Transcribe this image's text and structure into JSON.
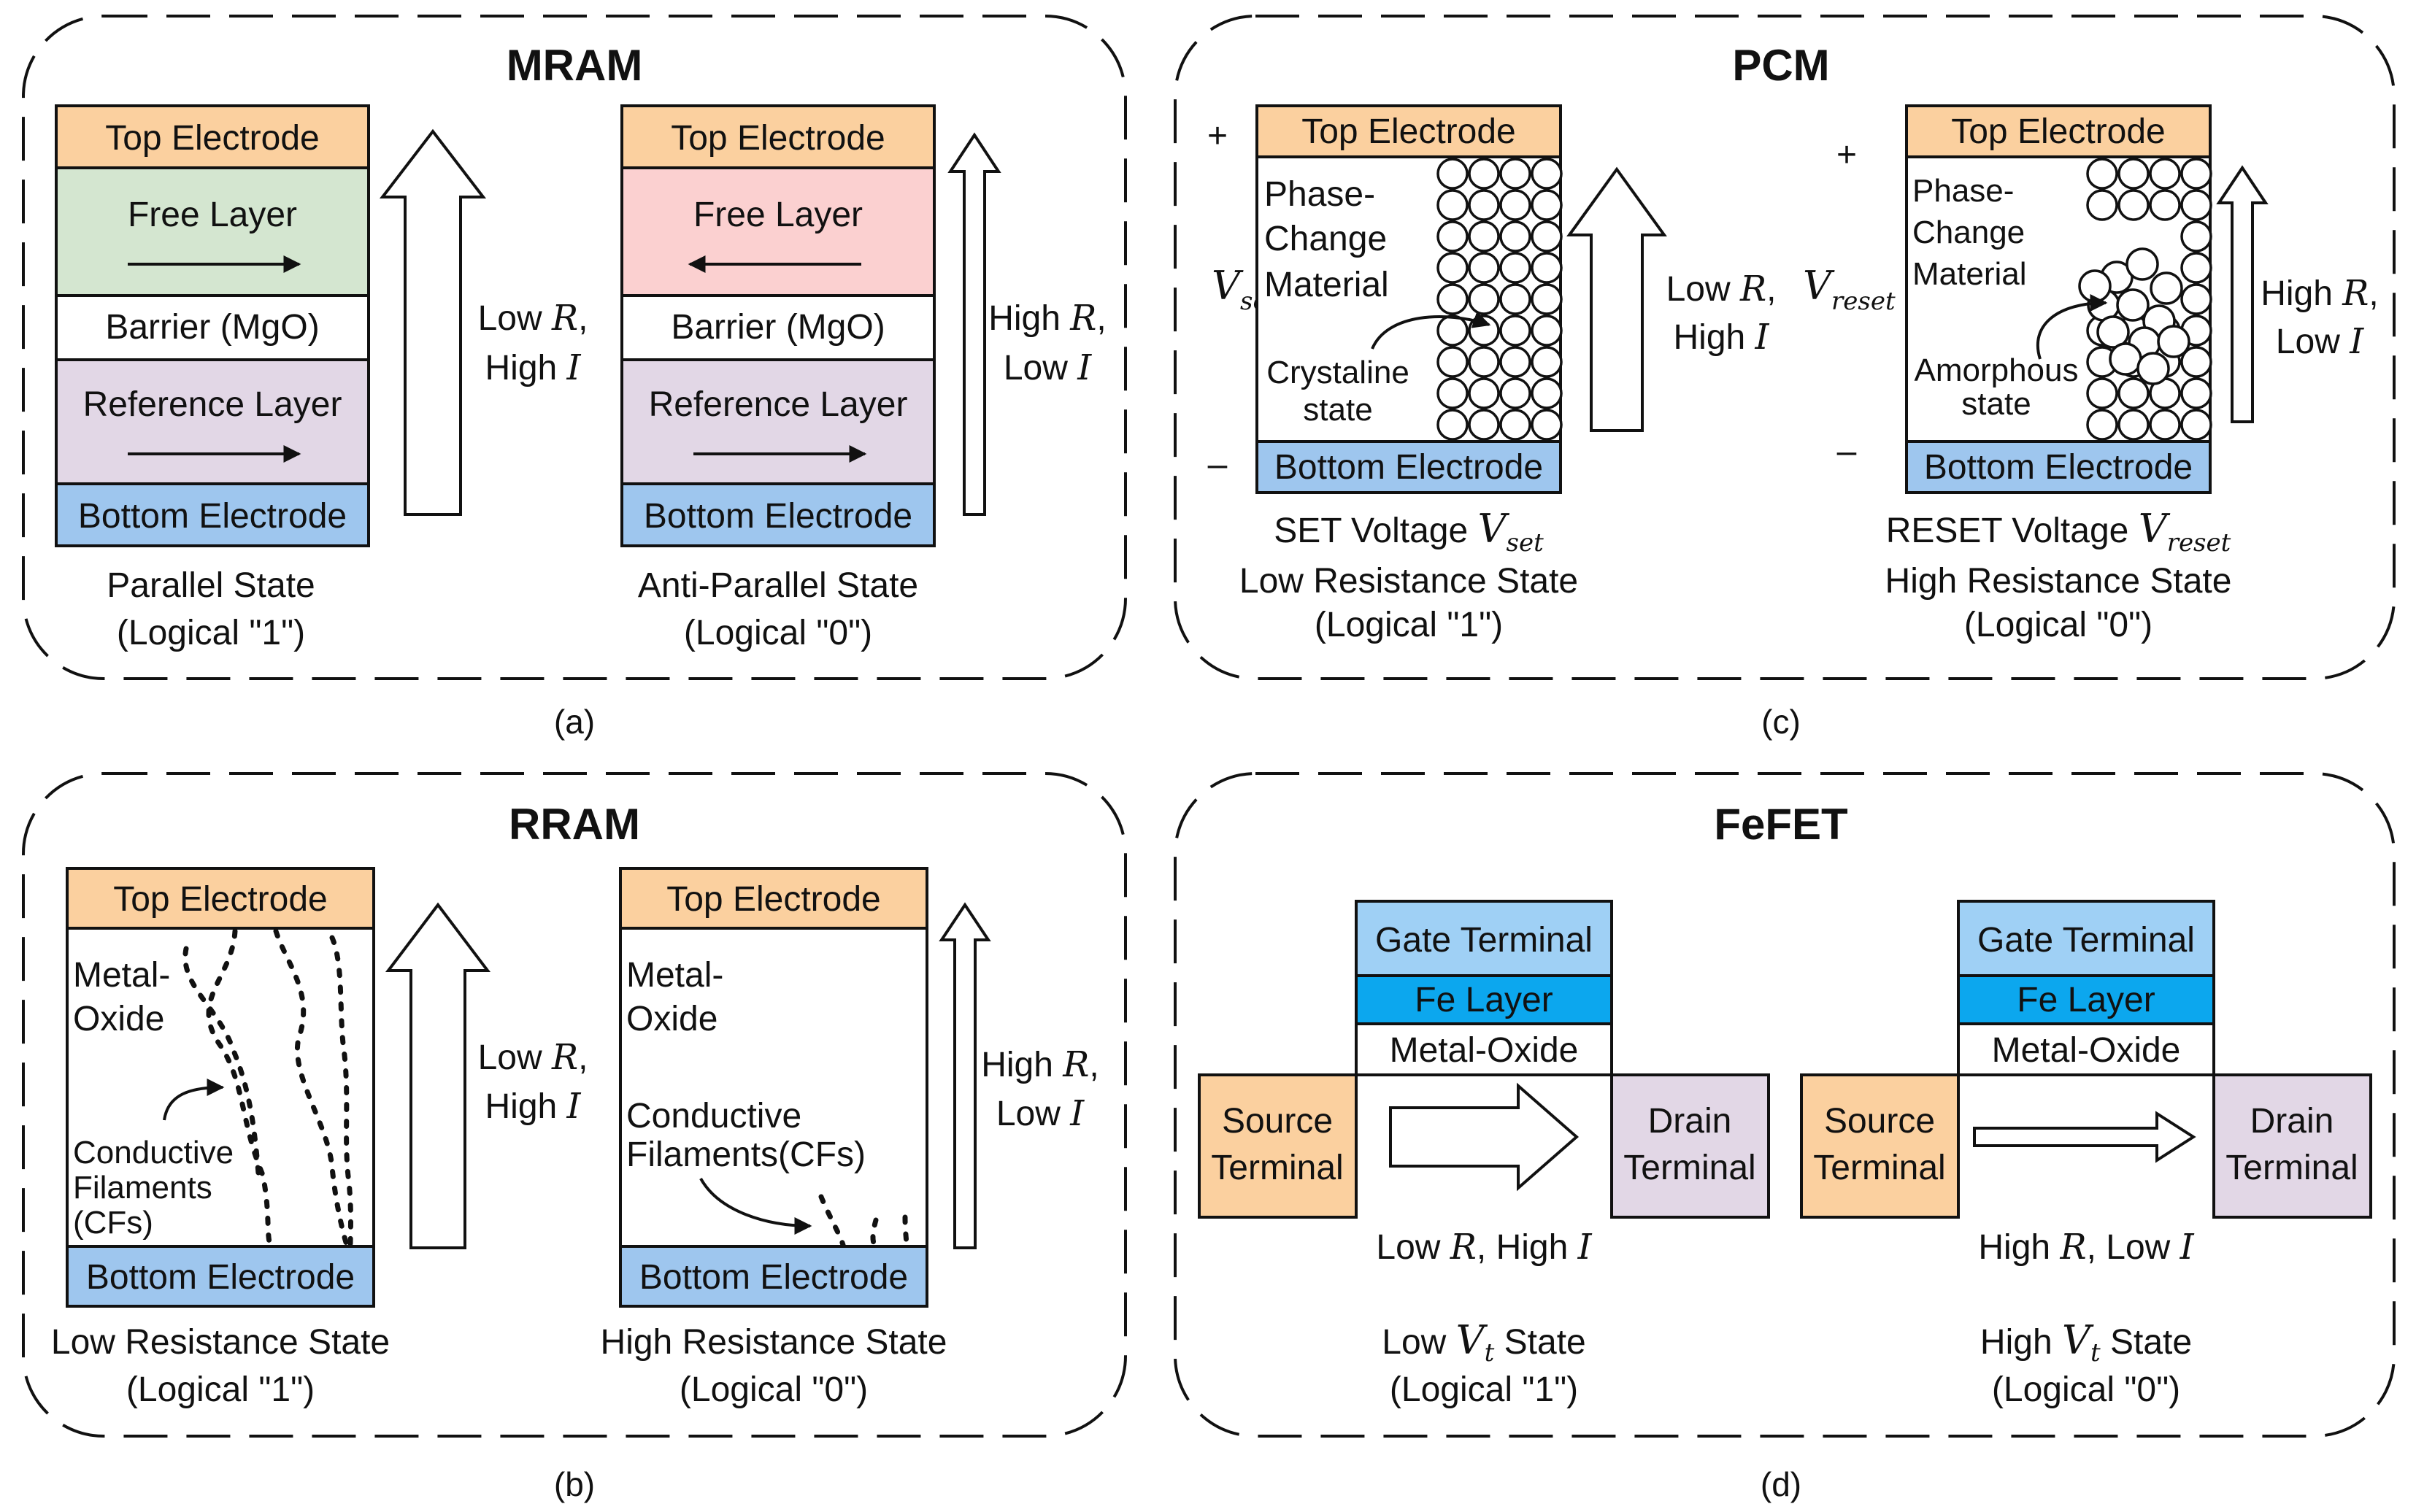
{
  "colors": {
    "top_electrode": "#fbd09f",
    "bottom_electrode": "#9ec6ee",
    "free_layer_parallel": "#d4e6d0",
    "free_layer_antiparallel": "#fbd0d0",
    "reference_layer": "#e2d7e6",
    "gate_terminal": "#9fd0f5",
    "fe_layer": "#0ca7ee",
    "source_terminal": "#fbd09f",
    "drain_terminal": "#e2d7e6"
  },
  "mram": {
    "title": "MRAM",
    "caption": "(a)",
    "top_electrode": "Top Electrode",
    "free_layer": "Free Layer",
    "barrier": "Barrier (MgO)",
    "reference_layer": "Reference Layer",
    "bottom_electrode": "Bottom Electrode",
    "parallel": {
      "arrow_label_1_pre": "Low ",
      "arrow_label_1_var": "R",
      "arrow_label_1_post": ",",
      "arrow_label_2_pre": "High ",
      "arrow_label_2_var": "I",
      "state": "Parallel State",
      "logic": "(Logical \"1\")"
    },
    "antiparallel": {
      "arrow_label_1_pre": "High ",
      "arrow_label_1_var": "R",
      "arrow_label_1_post": ",",
      "arrow_label_2_pre": "Low ",
      "arrow_label_2_var": "I",
      "state": "Anti-Parallel State",
      "logic": "(Logical \"0\")"
    }
  },
  "pcm": {
    "title": "PCM",
    "caption": "(c)",
    "top_electrode": "Top Electrode",
    "bottom_electrode": "Bottom Electrode",
    "plus": "+",
    "minus": "–",
    "material_1": "Phase-",
    "material_2": "Change",
    "material_3": "Material",
    "set": {
      "v_main": "V",
      "v_sub": "set",
      "state_1": "Crystaline",
      "state_2": "state",
      "arrow_label_1_pre": "Low ",
      "arrow_label_1_var": "R",
      "arrow_label_1_post": ",",
      "arrow_label_2_pre": "High ",
      "arrow_label_2_var": "I",
      "voltage_text": "SET Voltage ",
      "resistance": "Low Resistance State",
      "logic": "(Logical \"1\")"
    },
    "reset": {
      "v_main": "V",
      "v_sub": "reset",
      "state_1": "Amorphous",
      "state_2": "state",
      "arrow_label_1_pre": "High ",
      "arrow_label_1_var": "R",
      "arrow_label_1_post": ",",
      "arrow_label_2_pre": "Low ",
      "arrow_label_2_var": "I",
      "voltage_text": "RESET Voltage ",
      "resistance": "High Resistance State",
      "logic": "(Logical \"0\")"
    }
  },
  "rram": {
    "title": "RRAM",
    "caption": "(b)",
    "top_electrode": "Top Electrode",
    "bottom_electrode": "Bottom Electrode",
    "oxide_1": "Metal-",
    "oxide_2": "Oxide",
    "low": {
      "cf_1": "Conductive",
      "cf_2": "Filaments",
      "cf_3": "(CFs)",
      "arrow_label_1_pre": "Low ",
      "arrow_label_1_var": "R",
      "arrow_label_1_post": ",",
      "arrow_label_2_pre": "High ",
      "arrow_label_2_var": "I",
      "state": "Low Resistance State",
      "logic": "(Logical \"1\")"
    },
    "high": {
      "cf_1": "Conductive",
      "cf_2": "Filaments(CFs)",
      "arrow_label_1_pre": "High ",
      "arrow_label_1_var": "R",
      "arrow_label_1_post": ",",
      "arrow_label_2_pre": "Low ",
      "arrow_label_2_var": "I",
      "state": "High Resistance State",
      "logic": "(Logical \"0\")"
    }
  },
  "fefet": {
    "title": "FeFET",
    "caption": "(d)",
    "gate": "Gate Terminal",
    "fe_layer": "Fe Layer",
    "oxide": "Metal-Oxide",
    "source_1": "Source",
    "source_2": "Terminal",
    "drain_1": "Drain",
    "drain_2": "Terminal",
    "low": {
      "rlabel_pre": "Low ",
      "rlabel_r": "R",
      "rlabel_mid": ", High ",
      "rlabel_i": "I",
      "state_pre": "Low ",
      "state_v": "V",
      "state_sub": "t",
      "state_post": " State",
      "logic": "(Logical \"1\")"
    },
    "high": {
      "rlabel_pre": "High ",
      "rlabel_r": "R",
      "rlabel_mid": ", Low ",
      "rlabel_i": "I",
      "state_pre": "High ",
      "state_v": "V",
      "state_sub": "t",
      "state_post": " State",
      "logic": "(Logical \"0\")"
    }
  }
}
